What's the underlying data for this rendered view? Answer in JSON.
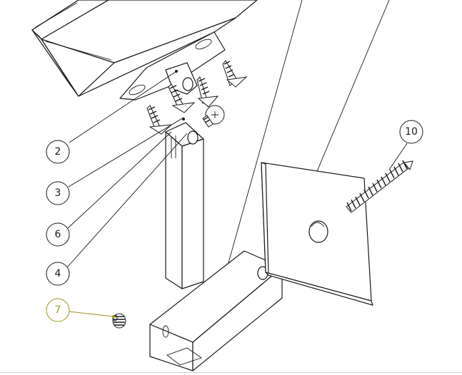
{
  "drawing": {
    "highlight_color": "#9a9318",
    "line_color": "#1a1a1a",
    "balloons": [
      {
        "id": "2",
        "label": "2"
      },
      {
        "id": "3",
        "label": "3"
      },
      {
        "id": "6",
        "label": "6"
      },
      {
        "id": "4",
        "label": "4"
      },
      {
        "id": "7",
        "label": "7",
        "highlighted": true
      },
      {
        "id": "10",
        "label": "10"
      }
    ]
  }
}
